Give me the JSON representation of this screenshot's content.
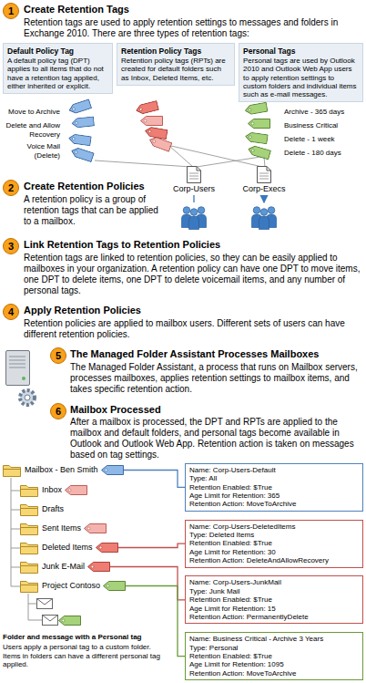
{
  "diagram": {
    "nodes": [
      {
        "text": [
          "1"
        ]
      },
      {
        "text": [
          "Default Policy Tag",
          "A default policy tag (DPT) applies to all items that do not have a retention tag applied, either inherited or explicit."
        ]
      },
      {
        "text": [
          "Retention Policy Tags",
          "Retention policy tags (RPTs) are created for default folders such as Inbox, Deleted Items, etc."
        ]
      },
      {
        "text": [
          "Personal Tags",
          "Personal tags are used by Outlook 2010 and Outlook Web App users to apply retention settings to custom folders and individual items such as e-mail messages."
        ]
      },
      {
        "text": [
          "Corp-Users"
        ]
      },
      {
        "text": [
          "Corp-Execs"
        ]
      },
      {
        "text": [
          "2"
        ]
      },
      {
        "text": [
          "3"
        ]
      },
      {
        "text": [
          "4"
        ]
      },
      {
        "text": [
          "5"
        ]
      },
      {
        "text": [
          "6"
        ]
      },
      {
        "text": [
          "Mailbox - Ben Smith"
        ]
      },
      {
        "text": [
          "Inbox"
        ]
      },
      {
        "text": [
          "Drafts"
        ]
      },
      {
        "text": [
          "Sent Items"
        ]
      },
      {
        "text": [
          "Deleted Items"
        ]
      },
      {
        "text": [
          "Junk E-Mail"
        ]
      },
      {
        "text": [
          "Project Contoso"
        ]
      },
      {
        "text": [
          "Name: Corp-Users-Default",
          "Type: All",
          "Retention Enabled: $True",
          "Age Limit for Retention: 365",
          "Retention Action: MoveToArchive"
        ]
      },
      {
        "text": [
          "Name: Corp-Users-DeletedItems",
          "Type: Deleted Items",
          "Retention Enabled: $True",
          "Age Limit for Retention: 30",
          "Retention Action: DeleteAndAllowRecovery"
        ]
      },
      {
        "text": [
          "Name: Corp-Users-JunkMail",
          "Type: Junk Mail",
          "Retention Enabled: $True",
          "Age Limit for Retention: 15",
          "Retention Action: PermanentlyDelete"
        ]
      },
      {
        "text": [
          "Name: Business Critical - Archive 3 Years",
          "Type: Personal",
          "Retention Enabled: $True",
          "Age Limit for Retention: 1095",
          "Retention Action: MoveToArchive"
        ]
      }
    ],
    "edges": [
      {
        "from": 11,
        "to": 18,
        "arrow": "none"
      },
      {
        "from": 15,
        "to": 19,
        "arrow": "none"
      },
      {
        "from": 16,
        "to": 20,
        "arrow": "none"
      },
      {
        "from": 17,
        "to": 21,
        "arrow": "none"
      }
    ],
    "labels": [
      "Create Retention Tags",
      "Retention tags are used to apply retention settings to messages and folders in Exchange 2010. There are three types of retention tags:",
      "Move to Archive",
      "Delete and Allow Recovery",
      "Voice Mail (Delete)",
      "Archive - 365 days",
      "Business Critical",
      "Delete - 1 week",
      "Delete - 180 days",
      "Create Retention Policies",
      "A retention policy is a group of retention tags that can be applied to a mailbox.",
      "Link Retention Tags to Retention Policies",
      "Retention tags are linked to retention policies, so they can be easily applied to mailboxes in your organization. A retention policy can have one DPT to move items, one DPT to delete items, one DPT to delete voicemail items, and any number of personal tags.",
      "Apply Retention Policies",
      "Retention policies are applied to mailbox users. Different sets of users can have different retention policies.",
      "The Managed Folder Assistant Processes Mailboxes",
      "The Managed Folder Assistant, a process that runs on Mailbox servers, processes mailboxes, applies retention settings to mailbox items, and takes specific retention action.",
      "Mailbox Processed",
      "After a mailbox is processed, the DPT and RPTs are applied to the mailbox and default folders, and personal tags become available in Outlook and Outlook Web App. Retention action is taken on messages based on tag settings.",
      "Folder and message with a Personal tag",
      "Users apply a personal tag to a custom folder. Items in folders can have a different personal tag applied."
    ]
  }
}
